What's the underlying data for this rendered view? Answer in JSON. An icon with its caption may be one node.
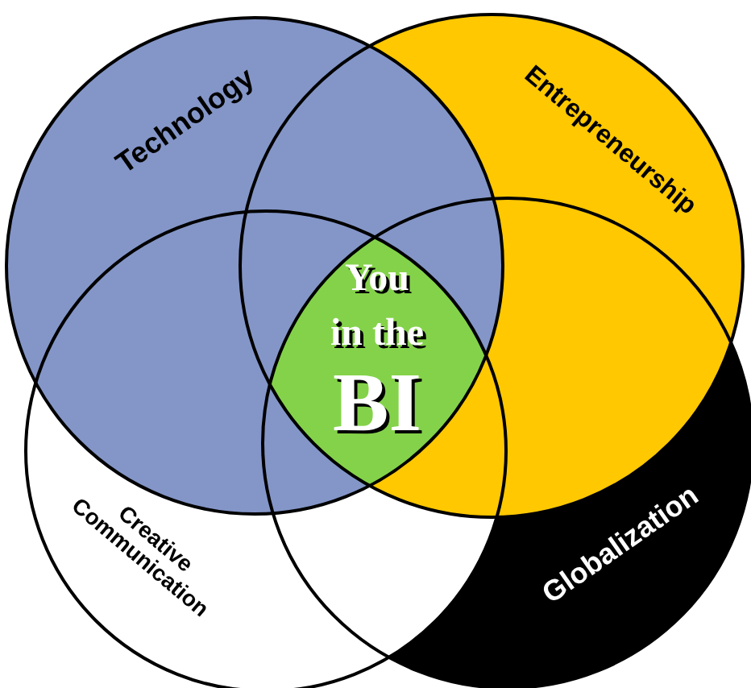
{
  "diagram": {
    "nodes": [
      {
        "text": [
          "Technology"
        ]
      },
      {
        "text": [
          "Entrepreneurship"
        ]
      },
      {
        "text": [
          "Creative Communication"
        ]
      },
      {
        "text": [
          "Globalization"
        ]
      },
      {
        "text": [
          "You in the",
          "BI"
        ]
      }
    ],
    "edges": []
  }
}
